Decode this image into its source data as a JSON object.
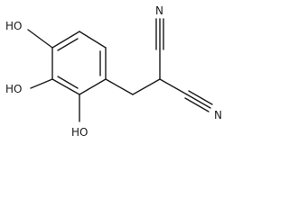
{
  "molecule": {
    "substituents": {
      "oh_top": "HO",
      "oh_middle": "HO",
      "oh_bottom": "HO",
      "nitrile_upper": "N",
      "nitrile_lower": "N"
    }
  }
}
